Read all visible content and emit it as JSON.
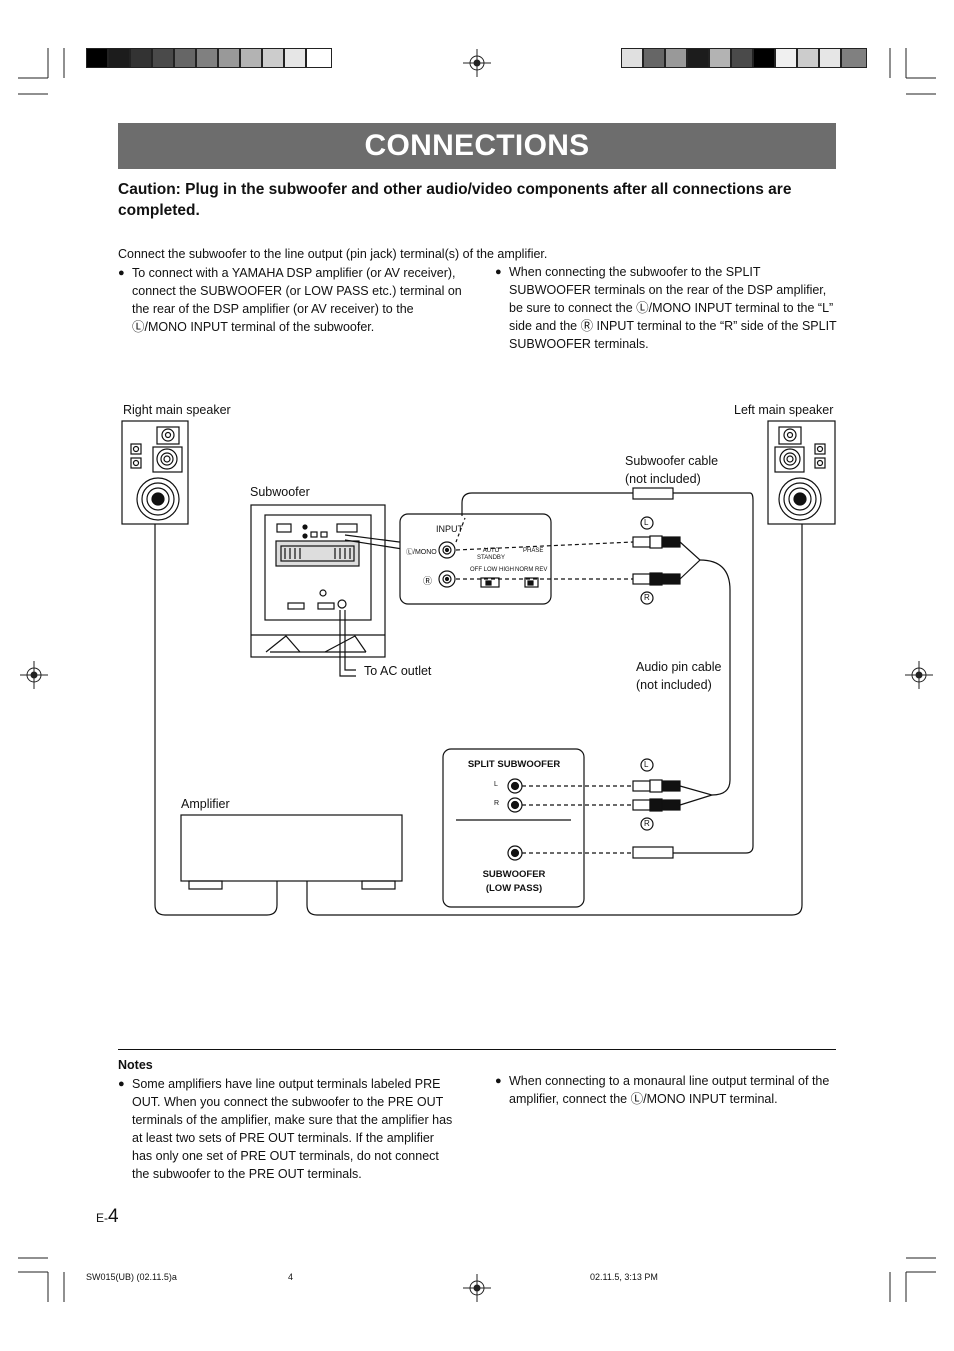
{
  "title": "CONNECTIONS",
  "caution": "Caution: Plug in the subwoofer and other audio/video components after all connections are completed.",
  "intro": "Connect the subwoofer to the line output (pin jack) terminal(s) of the amplifier.",
  "bullets": [
    "To connect with a YAMAHA DSP amplifier (or AV receiver), connect the SUBWOOFER (or LOW PASS etc.) terminal on the rear of the DSP amplifier (or AV receiver) to the Ⓛ/MONO INPUT terminal of the subwoofer.",
    "When connecting the subwoofer to the SPLIT SUBWOOFER terminals on the rear of the DSP amplifier, be sure to connect the Ⓛ/MONO INPUT terminal to the “L” side and the Ⓡ INPUT terminal to the “R” side of the SPLIT SUBWOOFER terminals."
  ],
  "diagram": {
    "right_speaker": "Right main speaker",
    "left_speaker": "Left main speaker",
    "subwoofer": "Subwoofer",
    "subwoofer_cable": "Subwoofer cable",
    "subwoofer_cable_note": "(not included)",
    "audio_pin_cable": "Audio pin cable",
    "audio_pin_cable_note": "(not included)",
    "to_ac_outlet": "To AC outlet",
    "amplifier": "Amplifier",
    "input": "INPUT",
    "l_mono": "Ⓛ/MONO",
    "r_mark": "Ⓡ",
    "auto_standby": "AUTO STANDBY",
    "auto_standby_opts": "OFF  LOW  HIGH",
    "phase": "PHASE",
    "phase_opts": "NORM  REV",
    "plug_l": "L",
    "plug_r": "R",
    "split_subwoofer": "SPLIT SUBWOOFER",
    "split_l": "L",
    "split_r": "R",
    "subwoofer_low_pass_1": "SUBWOOFER",
    "subwoofer_low_pass_2": "(LOW PASS)"
  },
  "notes": {
    "heading": "Notes",
    "items": [
      "Some amplifiers have line output terminals labeled PRE OUT. When you connect the subwoofer to the PRE OUT terminals of the amplifier, make sure that the amplifier has at least two sets of PRE OUT terminals. If the amplifier has only one set of PRE OUT terminals, do not connect the subwoofer to the PRE OUT terminals.",
      "When connecting to a monaural line output terminal of the amplifier, connect the Ⓛ/MONO INPUT terminal."
    ]
  },
  "page_number_prefix": "E-",
  "page_number": "4",
  "footer": {
    "doc_code": "SW015(UB)   (02.11.5)a",
    "page": "4",
    "datetime": "02.11.5, 3:13 PM"
  },
  "colors": {
    "title_bar": "#6d6d6d",
    "title_text": "#ffffff",
    "text": "#111111"
  }
}
